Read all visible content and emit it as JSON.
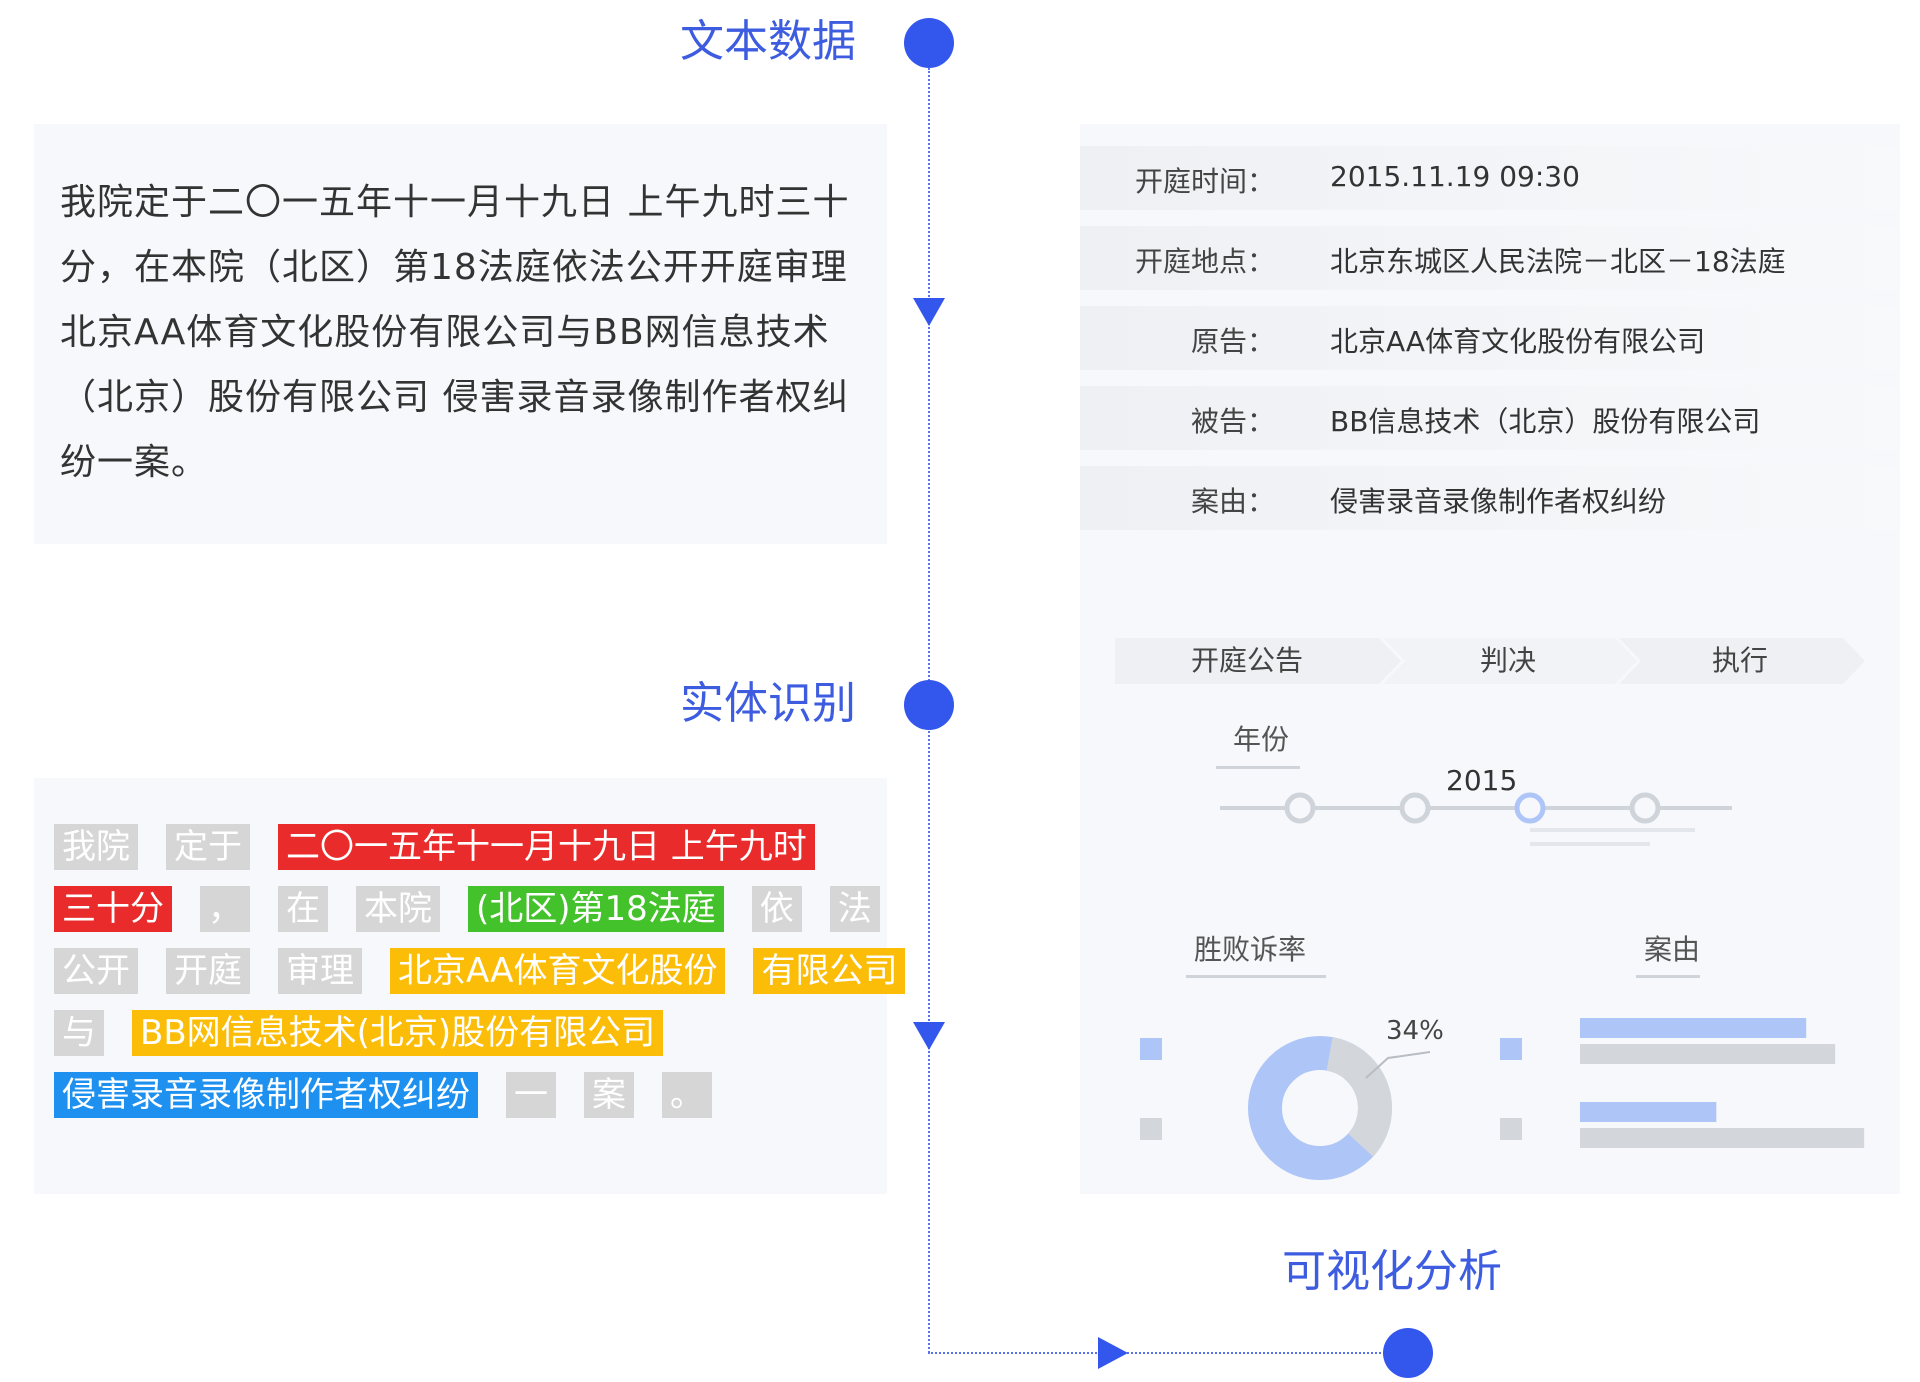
{
  "headings": {
    "text_data": "文本数据",
    "entity_recognition": "实体识别",
    "visual_analysis": "可视化分析"
  },
  "source_text": "我院定于二〇一五年十一月十九日 上午九时三十分，在本院（北区）第18法庭依法公开开庭审理北京AA体育文化股份有限公司与BB网信息技术（北京）股份有限公司 侵害录音录像制作者权纠纷一案。",
  "tokens": [
    {
      "text": "我院",
      "type": "none"
    },
    {
      "text": "定于",
      "type": "none"
    },
    {
      "text": "二〇一五年十一月十九日 上午九时",
      "type": "time"
    },
    {
      "text": "三十分",
      "type": "time"
    },
    {
      "text": "，",
      "type": "none"
    },
    {
      "text": "在",
      "type": "none"
    },
    {
      "text": "本院",
      "type": "none"
    },
    {
      "text": "(北区)第18法庭",
      "type": "loc"
    },
    {
      "text": "依",
      "type": "none"
    },
    {
      "text": "法",
      "type": "none"
    },
    {
      "text": "公开",
      "type": "none"
    },
    {
      "text": "开庭",
      "type": "none"
    },
    {
      "text": "审理",
      "type": "none"
    },
    {
      "text": "北京AA体育文化股份",
      "type": "org"
    },
    {
      "text": "有限公司",
      "type": "org"
    },
    {
      "text": "与",
      "type": "none"
    },
    {
      "text": "BB网信息技术(北京)股份有限公司",
      "type": "org"
    },
    {
      "text": "侵害录音录像制作者权纠纷",
      "type": "cause"
    },
    {
      "text": "一",
      "type": "none"
    },
    {
      "text": "案",
      "type": "none"
    },
    {
      "text": "。",
      "type": "none"
    }
  ],
  "info": [
    {
      "label": "开庭时间：",
      "value": "2015.11.19 09:30"
    },
    {
      "label": "开庭地点：",
      "value": "北京东城区人民法院－北区－18法庭"
    },
    {
      "label": "原告：",
      "value": "北京AA体育文化股份有限公司"
    },
    {
      "label": "被告：",
      "value": "BB信息技术（北京）股份有限公司"
    },
    {
      "label": "案由：",
      "value": "侵害录音录像制作者权纠纷"
    }
  ],
  "tabs": [
    "开庭公告",
    "判决",
    "执行"
  ],
  "year_section": {
    "title": "年份",
    "selected_year": "2015",
    "selected_index": 2,
    "node_count": 4
  },
  "win_rate": {
    "title": "胜败诉率",
    "percent_label": "34%",
    "value": 0.34
  },
  "case_cause": {
    "title": "案由",
    "bar_fractions": [
      0.78,
      0.88,
      0.47,
      0.98
    ]
  },
  "colors": {
    "accent": "#3356ec",
    "time": "#ea2b2b",
    "location": "#43c22b",
    "organization": "#fbbd07",
    "cause": "#1e90ef",
    "none": "#d6d6d6",
    "chart_blue": "#adc5f7",
    "chart_gray": "#d3d6db"
  }
}
